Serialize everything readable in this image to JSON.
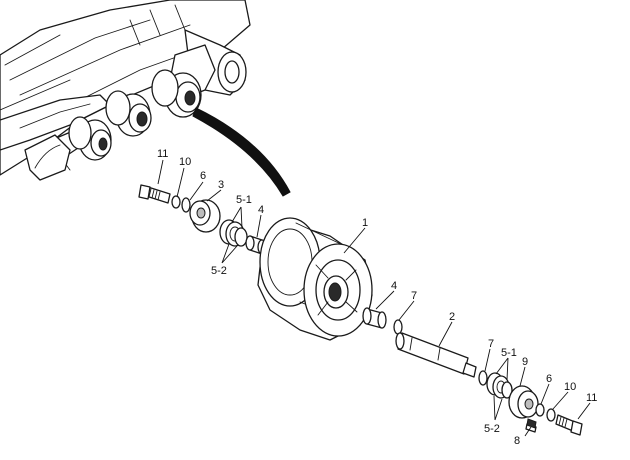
{
  "diagram": {
    "callouts": {
      "c1": "1",
      "c2": "2",
      "c3": "3",
      "c4a": "4",
      "c4b": "4",
      "c5_1a": "5-1",
      "c5_2a": "5-2",
      "c5_1b": "5-1",
      "c5_2b": "5-2",
      "c6a": "6",
      "c6b": "6",
      "c7a": "7",
      "c7b": "7",
      "c8": "8",
      "c9": "9",
      "c10a": "10",
      "c10b": "10",
      "c11a": "11",
      "c11b": "11"
    }
  }
}
